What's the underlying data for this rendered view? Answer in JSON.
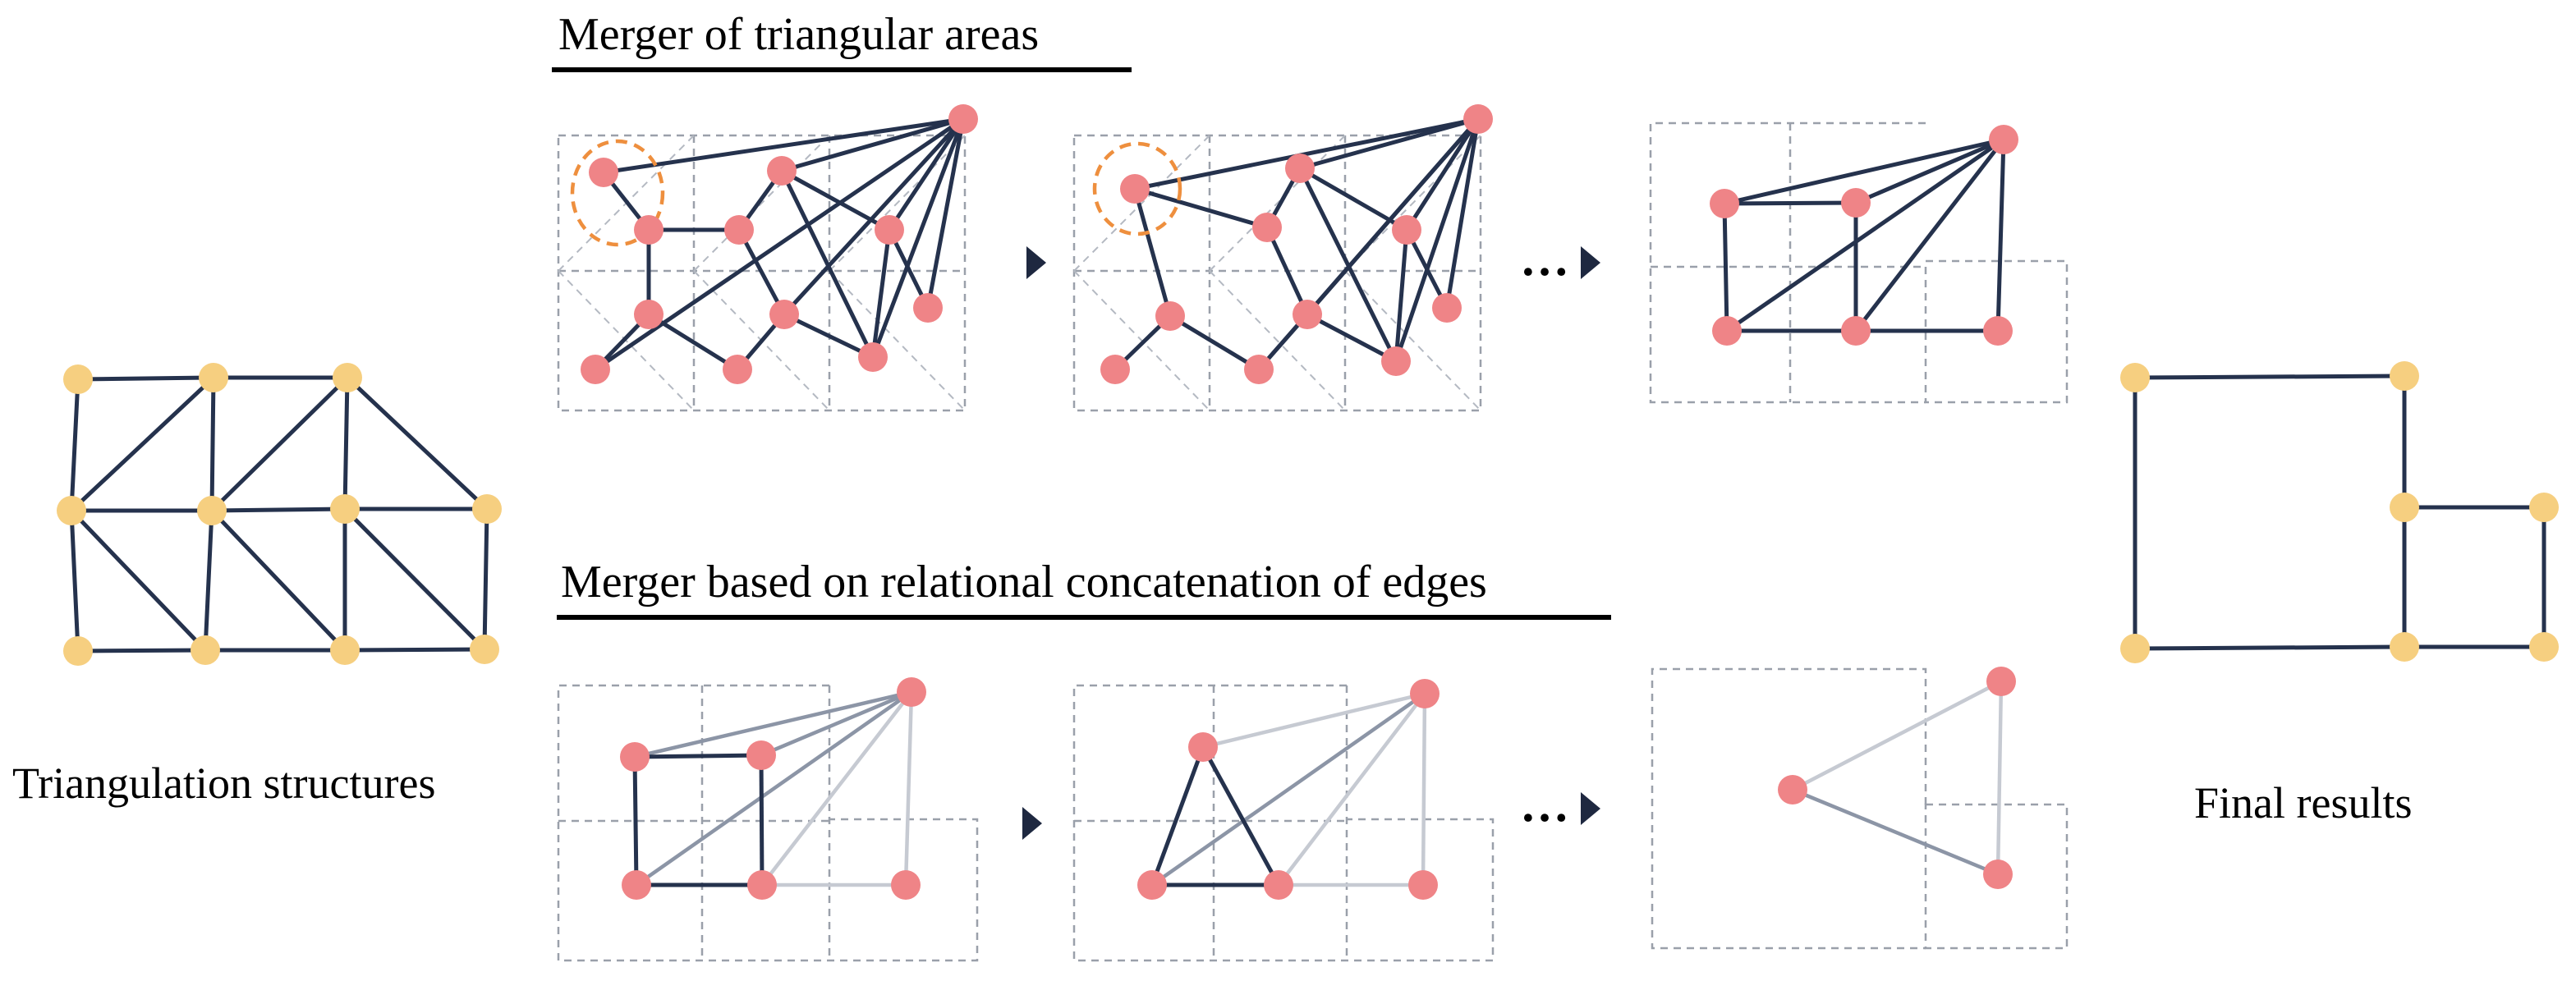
{
  "title_top": "Merger of triangular areas",
  "title_bottom": "Merger based on relational concatenation of edges",
  "caption_left": "Triangulation structures",
  "caption_right": "Final results",
  "ellipsis": "…",
  "icons": {
    "step_arrow": "right-triangle-arrow",
    "selection": "dashed-circle"
  },
  "colors": {
    "input_node": "#f6cf80",
    "graph_node": "#ef8487",
    "edge": "#25324d",
    "selection_ring": "#ee8f3e",
    "grid": "#9aa0aa"
  }
}
